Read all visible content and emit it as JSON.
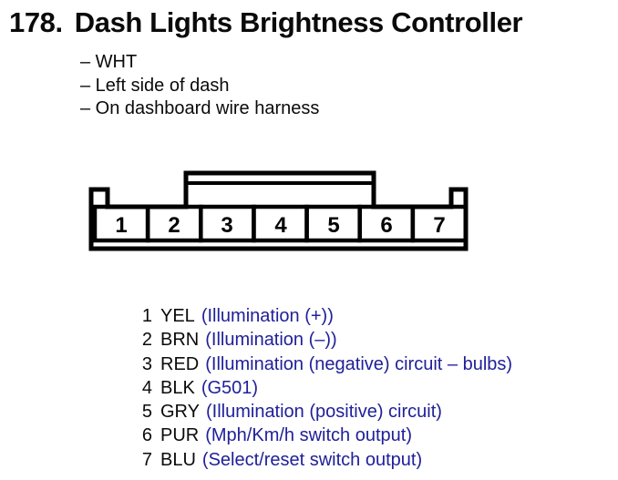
{
  "page": {
    "background": "#ffffff",
    "text_color": "#0a0a0a",
    "accent_blue": "#20209a",
    "diagram_stroke": "#000000"
  },
  "header": {
    "number": "178.",
    "title": "Dash Lights Brightness Controller"
  },
  "details": [
    "– WHT",
    "– Left side of dash",
    "– On dashboard wire harness"
  ],
  "connector": {
    "cells": [
      "1",
      "2",
      "3",
      "4",
      "5",
      "6",
      "7"
    ]
  },
  "pins": [
    {
      "number": "1",
      "color": "YEL",
      "description": "(Illumination (+))"
    },
    {
      "number": "2",
      "color": "BRN",
      "description": "(Illumination (–))"
    },
    {
      "number": "3",
      "color": "RED",
      "description": "(Illumination (negative) circuit – bulbs)"
    },
    {
      "number": "4",
      "color": "BLK",
      "description": "(G501)"
    },
    {
      "number": "5",
      "color": "GRY",
      "description": "(Illumination (positive) circuit)"
    },
    {
      "number": "6",
      "color": "PUR",
      "description": "(Mph/Km/h switch output)"
    },
    {
      "number": "7",
      "color": "BLU",
      "description": "(Select/reset switch output)"
    }
  ]
}
